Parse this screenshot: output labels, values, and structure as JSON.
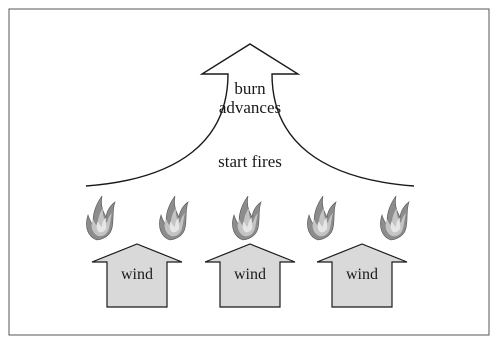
{
  "diagram": {
    "burn_label_line1": "burn",
    "burn_label_line2": "advances",
    "start_label": "start fires",
    "wind_arrows": [
      {
        "label": "wind"
      },
      {
        "label": "wind"
      },
      {
        "label": "wind"
      }
    ],
    "flame_count": 5,
    "colors": {
      "line": "#1a1a1a",
      "arrow_fill": "#d9d9d9",
      "flame_outer": "#8c8c8c",
      "flame_inner": "#c4c4c4",
      "frame": "#555555"
    }
  }
}
